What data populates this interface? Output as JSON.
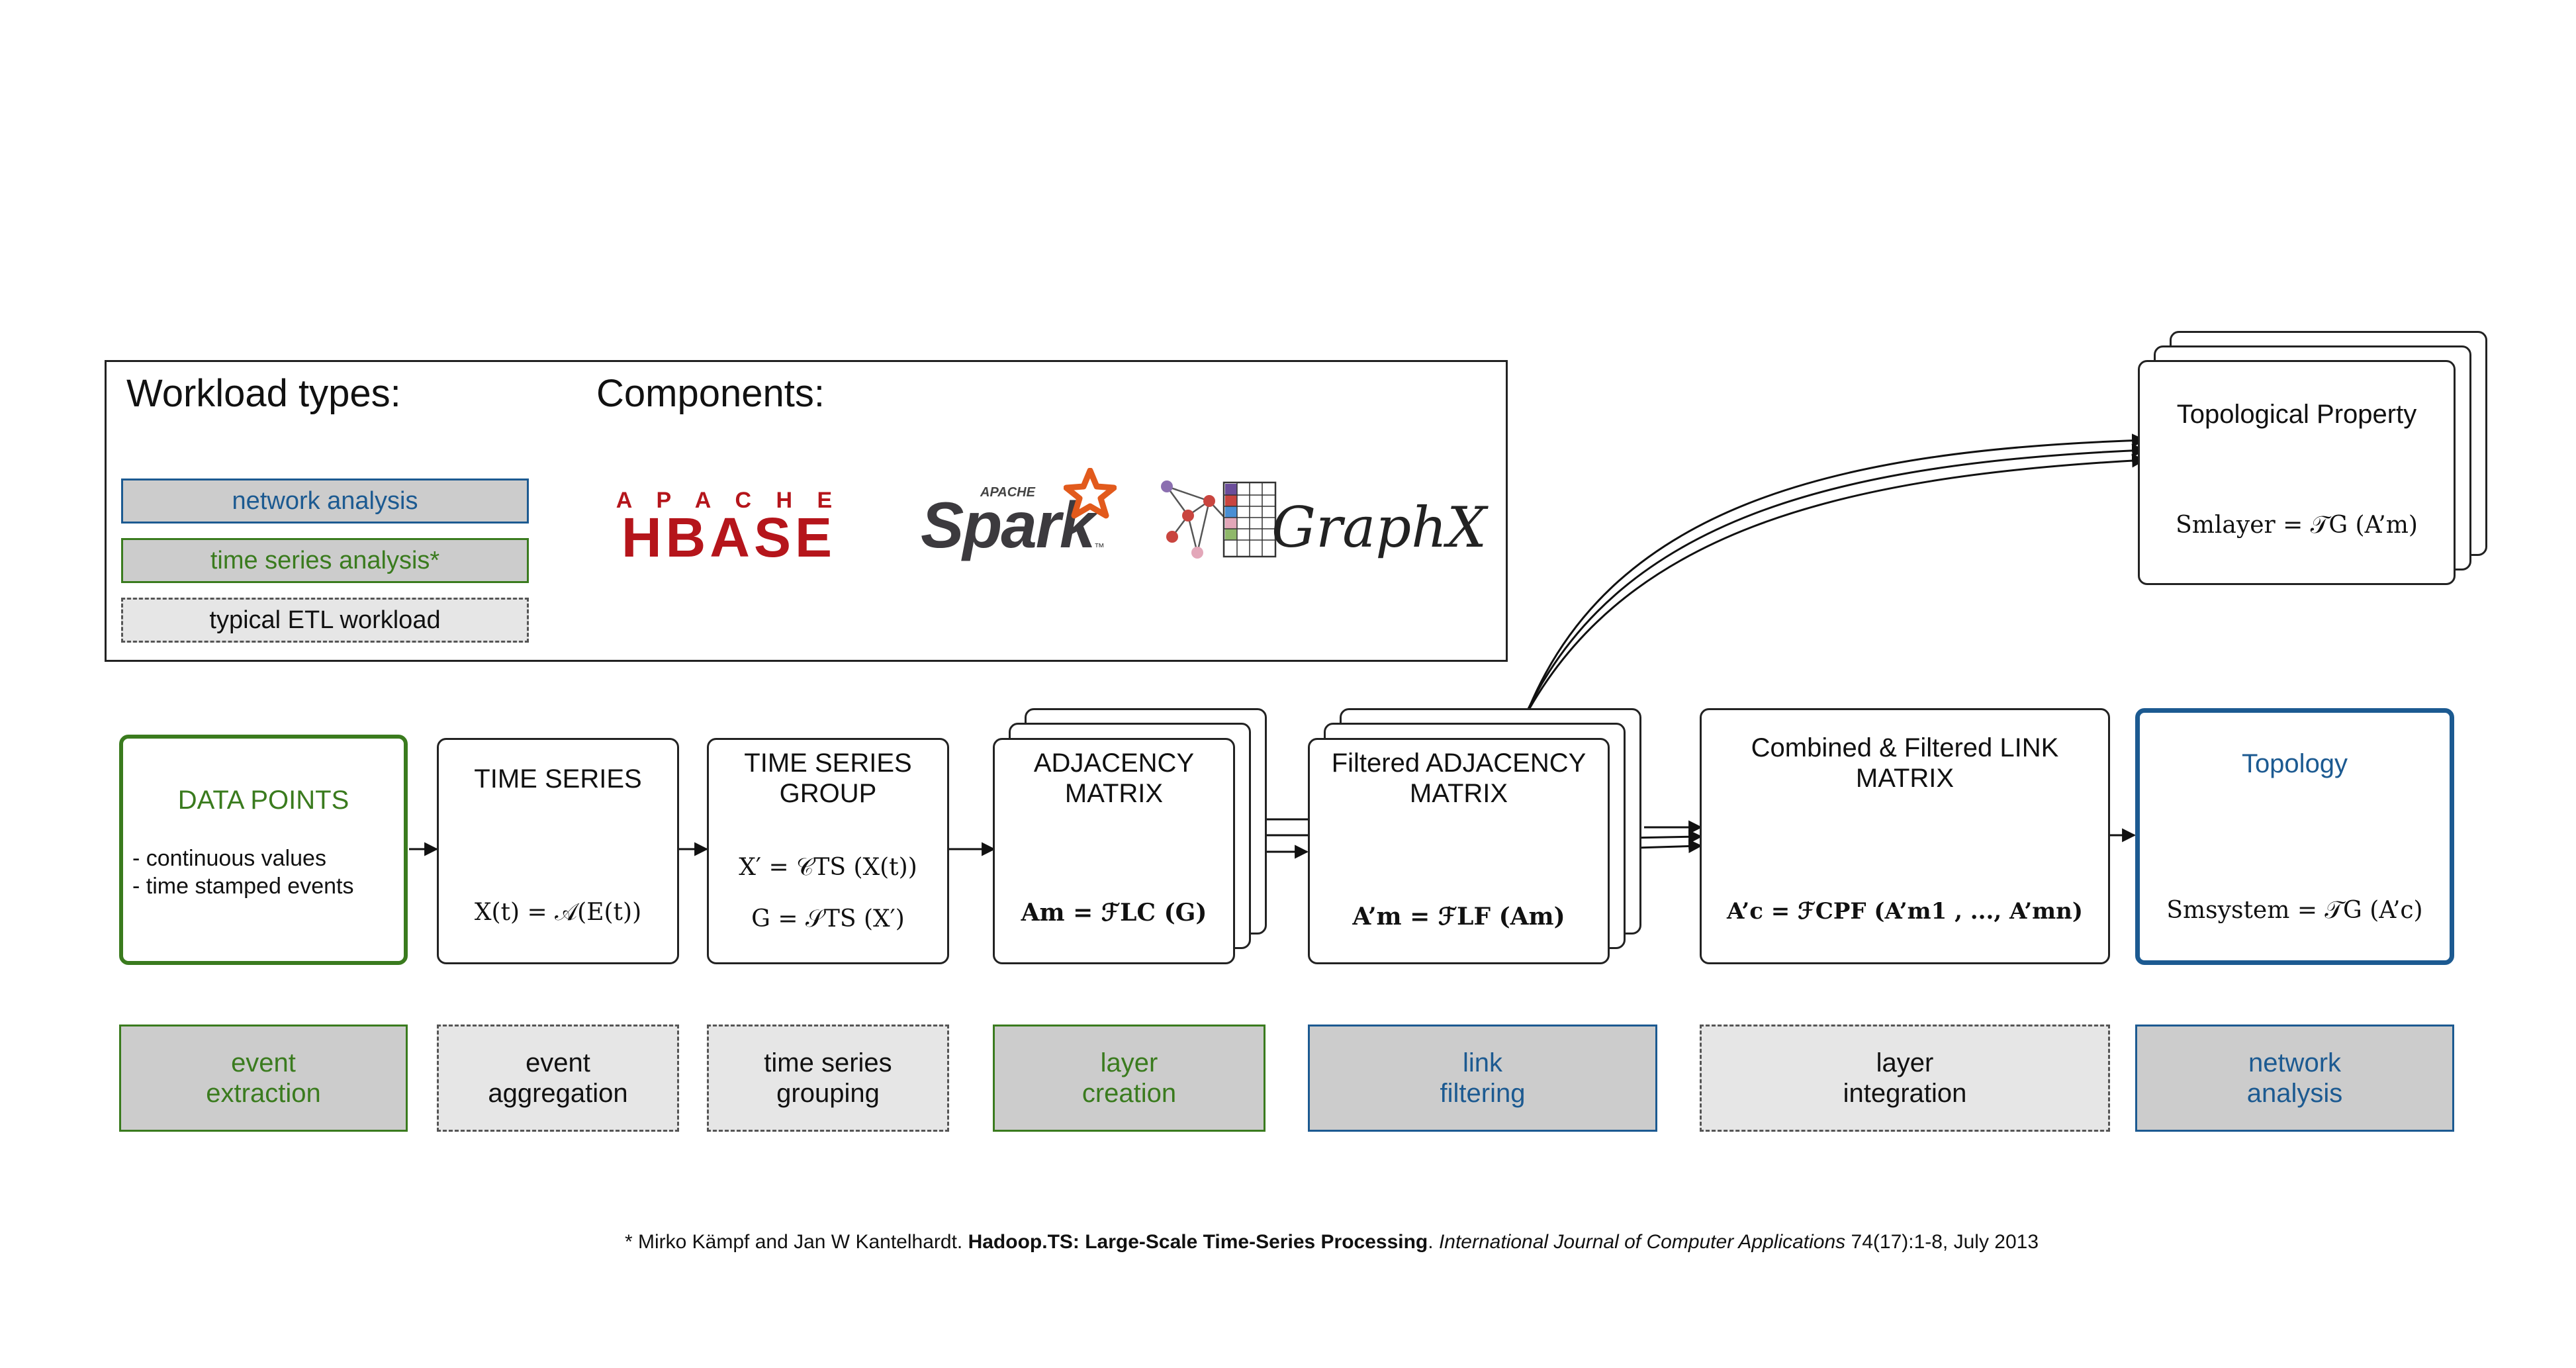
{
  "legend": {
    "workload_heading": "Workload types:",
    "components_heading": "Components:",
    "items": [
      "network analysis",
      "time series analysis*",
      "typical ETL workload"
    ]
  },
  "components": {
    "hbase_top": "A P A C H E",
    "hbase_main": "HBASE",
    "spark_top": "APACHE",
    "spark_main": "Spark",
    "spark_tm": "™",
    "graphx": "GraphX"
  },
  "steps": {
    "data_points": {
      "title": "DATA POINTS",
      "bullets": [
        "- continuous values",
        "- time stamped events"
      ]
    },
    "time_series": {
      "title": "TIME SERIES",
      "formula": "X(t) = 𝒜(E(t))"
    },
    "ts_group": {
      "title_1": "TIME SERIES",
      "title_2": "GROUP",
      "formula_1": "X′ = 𝒞TS (X(t))",
      "formula_2": "G = 𝒮TS (X′)"
    },
    "adjacency": {
      "title_1": "ADJACENCY",
      "title_2": "MATRIX",
      "formula": "Am = ℱLC (G)"
    },
    "filtered": {
      "title_1": "Filtered ADJACENCY",
      "title_2": "MATRIX",
      "formula": "A’m = ℱLF (Am)"
    },
    "combined": {
      "title_1": "Combined & Filtered LINK",
      "title_2": "MATRIX",
      "formula": "A’c = ℱCPF (A’m1 , ..., A’mn)"
    },
    "topology": {
      "title": "Topology",
      "formula": "Smsystem = 𝒯G (A’c)"
    },
    "topological_property": {
      "title": "Topological Property",
      "formula": "Smlayer = 𝒯G (A’m)"
    }
  },
  "workloads": [
    {
      "label": "event\nextraction",
      "kind": "time series analysis"
    },
    {
      "label": "event\naggregation",
      "kind": "ETL"
    },
    {
      "label": "time series\ngrouping",
      "kind": "ETL"
    },
    {
      "label": "layer\ncreation",
      "kind": "time series analysis"
    },
    {
      "label": "link\nfiltering",
      "kind": "network analysis"
    },
    {
      "label": "layer\nintegration",
      "kind": "ETL"
    },
    {
      "label": "network\nanalysis",
      "kind": "network analysis"
    }
  ],
  "footnote": {
    "authors": "* Mirko Kämpf and Jan W Kantelhardt. ",
    "title": "Hadoop.TS: Large-Scale Time-Series Processing",
    "sep": ". ",
    "journal": "International Journal of Computer Applications",
    "details": " 74(17):1-8, July 2013"
  },
  "colors": {
    "green": "#3a7b1e",
    "blue": "#1c5a91",
    "hbase_red": "#b5151b",
    "spark_orange": "#e25a1c",
    "workload_gray": "#cccccc",
    "etl_gray": "#e6e6e6"
  }
}
